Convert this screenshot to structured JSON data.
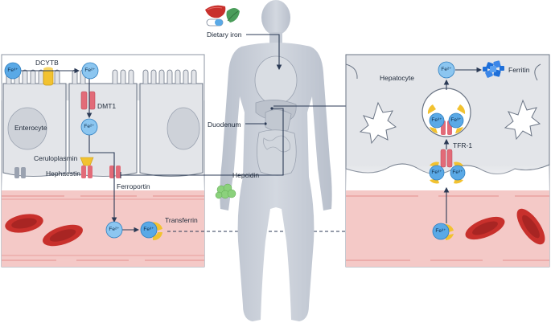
{
  "labels": {
    "dietary_iron": "Dietary iron",
    "dcytb": "DCYTB",
    "dmt1": "DMT1",
    "enterocyte": "Enterocyte",
    "ceruloplasmin": "Ceruloplasmin",
    "hephaestin": "Hephaestin",
    "ferroportin": "Ferroportin",
    "transferrin": "Transferrin",
    "duodenum": "Duodenum",
    "hepcidin": "Hepcidin",
    "hepatocyte": "Hepatocyte",
    "ferritin": "Ferritin",
    "tfr1": "TFR-1"
  },
  "ions": {
    "fe3": "Fe³⁺",
    "fe2": "Fe²⁺"
  },
  "colors": {
    "cell_fill": "#e3e5e9",
    "cell_line": "#6b7585",
    "blood": "#f4c9c7",
    "rbc": "#c8302c",
    "ion": "#5aa9e6",
    "transferrin": "#f2c230",
    "ferroportin": "#e26b78",
    "body": "#c6ccd6",
    "ferritin": "#1e6fd9",
    "arrow": "#2b3a55"
  },
  "icons": [
    "liver-icon",
    "pill-icon",
    "leaf-icon",
    "hepcidin-peptide-icon",
    "ferritin-icon"
  ]
}
